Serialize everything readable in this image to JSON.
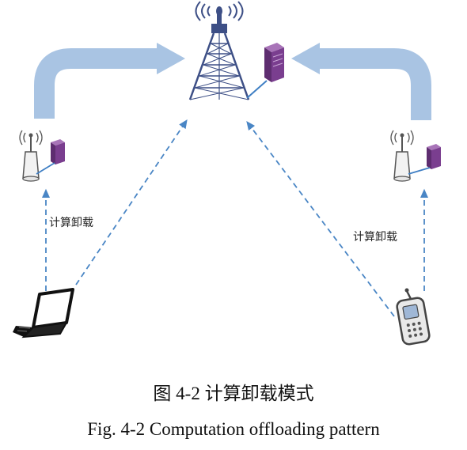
{
  "diagram": {
    "offload_label_left": "计算卸载",
    "offload_label_right": "计算卸载"
  },
  "caption": {
    "chinese": "图 4-2  计算卸载模式",
    "english": "Fig. 4-2 Computation offloading pattern"
  },
  "colors": {
    "big_arrow": "#a9c4e3",
    "dashed_line": "#4a86c5",
    "tower": "#3d4f86",
    "server": "#7a3e8f",
    "server_light": "#a874b8",
    "wire": "#3f7fc4"
  },
  "icons": [
    "wifi-signal-icon",
    "cell-tower-icon",
    "server-icon",
    "access-point-icon",
    "laptop-icon",
    "mobile-phone-icon"
  ]
}
